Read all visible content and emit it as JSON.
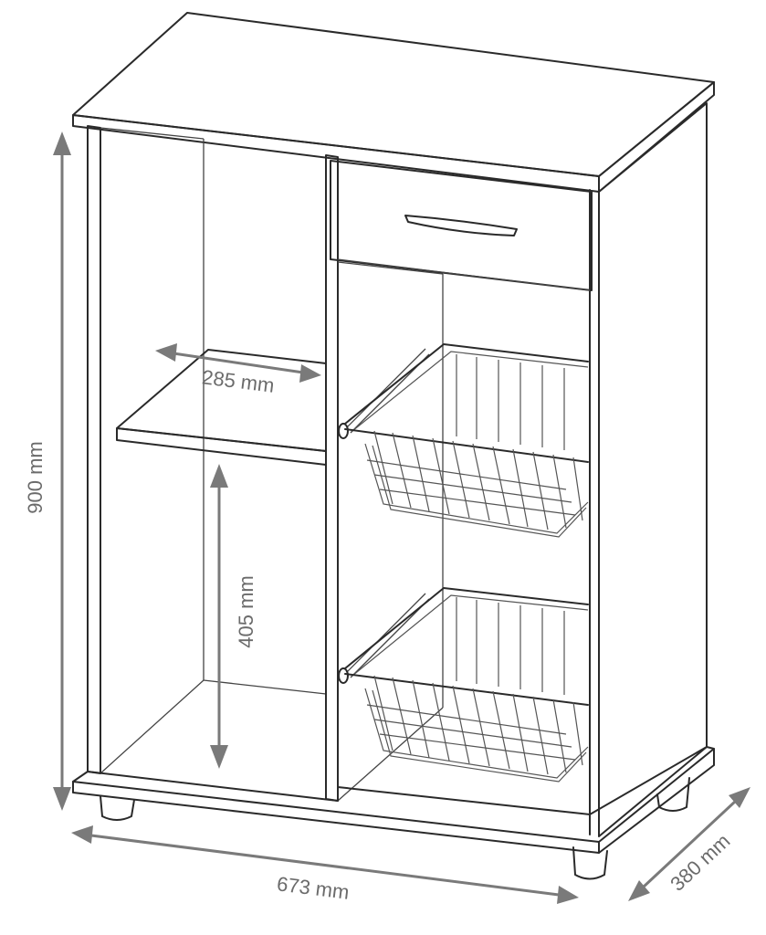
{
  "dimensions": {
    "height": "900 mm",
    "width": "673 mm",
    "depth": "380 mm",
    "shelf_depth": "285 mm",
    "shelf_clearance": "405 mm"
  },
  "colors": {
    "outline": "#2a2a2a",
    "dimension": "#7a7a7a",
    "background": "#ffffff"
  }
}
